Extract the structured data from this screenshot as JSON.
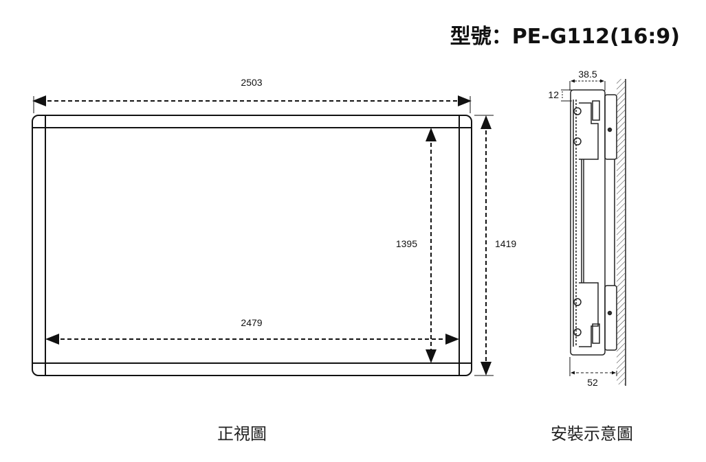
{
  "title": "型號：PE-G112(16:9)",
  "front_view": {
    "caption": "正視圖",
    "dims": {
      "outer_width": "2503",
      "inner_width": "2479",
      "inner_height": "1395",
      "outer_height": "1419"
    }
  },
  "side_view": {
    "caption": "安裝示意圖",
    "dims": {
      "frame_depth": "38.5",
      "lip": "12",
      "total_depth": "52"
    }
  }
}
